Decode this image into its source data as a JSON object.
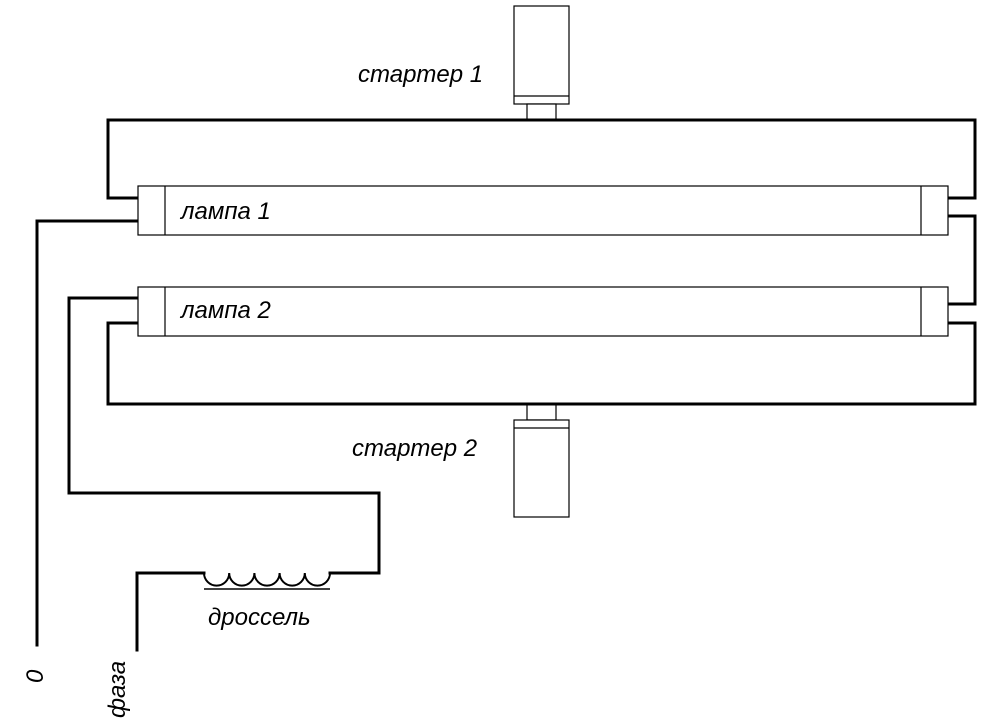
{
  "labels": {
    "starter1": "стартер 1",
    "starter2": "стартер 2",
    "lamp1": "лампа 1",
    "lamp2": "лампа 2",
    "choke": "дроссель",
    "neutral": "0",
    "phase": "фаза"
  }
}
